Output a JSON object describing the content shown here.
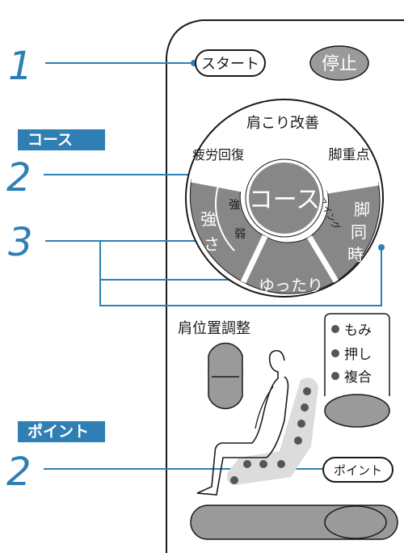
{
  "callouts": {
    "step1": "1",
    "step2_course": "2",
    "step3": "3",
    "step2_point": "2"
  },
  "section_tags": {
    "course": "コース",
    "point": "ポイント"
  },
  "buttons": {
    "start": "スタート",
    "stop": "停止",
    "course_center": "コース",
    "point": "ポイント"
  },
  "dial": {
    "top_label": "肩こり改善",
    "left_label": "疲労回復",
    "right_label": "脚重点",
    "strength_outer_1": "強",
    "strength_outer_2": "さ",
    "strength_inner_strong": "強",
    "strength_inner_weak": "弱",
    "swing": "スイング",
    "leg_1": "脚",
    "leg_2": "同",
    "leg_3": "時",
    "relax": "ゆったり"
  },
  "shoulder_adjust": {
    "label": "肩位置調整"
  },
  "mode_list": {
    "items": [
      "もみ",
      "押し",
      "複合"
    ]
  },
  "colors": {
    "accent_blue": "#2f7fb5",
    "button_gray": "#9a9a9a",
    "dark_gray": "#878787",
    "outline": "#1a1a1a"
  }
}
